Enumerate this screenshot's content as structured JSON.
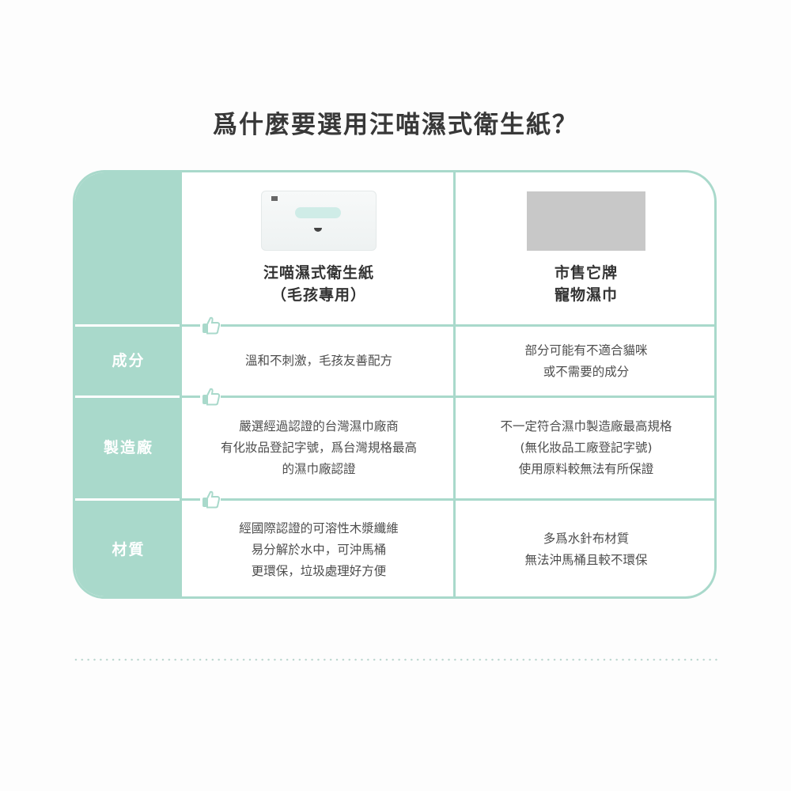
{
  "title": "爲什麼要選用汪喵濕式衛生紙？",
  "colors": {
    "accent": "#a9d9cb",
    "text": "#4d4d4d",
    "title": "#383838",
    "placeholder_image": "#c8c8c8"
  },
  "columns": [
    {
      "image": "wet-wipes-package-image",
      "name_line1": "汪喵濕式衛生紙",
      "name_line2": "（毛孩專用）"
    },
    {
      "image": "gray-placeholder-image",
      "name_line1": "市售它牌",
      "name_line2": "寵物濕巾"
    }
  ],
  "rows": [
    {
      "label": "成分",
      "a": [
        "溫和不刺激，毛孩友善配方"
      ],
      "b": [
        "部分可能有不適合貓咪",
        "或不需要的成分"
      ]
    },
    {
      "label": "製造廠",
      "a": [
        "嚴選經過認證的台灣濕巾廠商",
        "有化妝品登記字號，爲台灣規格最高",
        "的濕巾廠認證"
      ],
      "b": [
        "不一定符合濕巾製造廠最高規格",
        "(無化妝品工廠登記字號)",
        "使用原料較無法有所保證"
      ]
    },
    {
      "label": "材質",
      "a": [
        "經國際認證的可溶性木漿纖維",
        "易分解於水中，可沖馬桶",
        "更環保，垃圾處理好方便"
      ],
      "b": [
        "多爲水針布材質",
        "無法沖馬桶且較不環保"
      ]
    }
  ],
  "icons": {
    "row_marker": "thumbs-up-icon"
  }
}
